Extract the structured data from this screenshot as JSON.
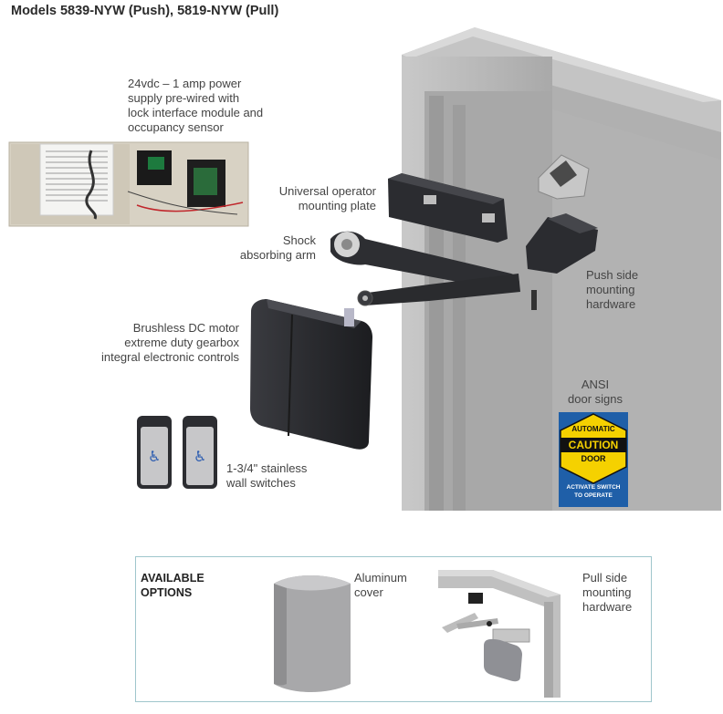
{
  "page": {
    "title": "Models 5839-NYW (Push), 5819-NYW (Pull)"
  },
  "labels": {
    "power_supply": [
      "24vdc – 1 amp power",
      "supply pre-wired with",
      "lock interface module and",
      "occupancy sensor"
    ],
    "mounting_plate": [
      "Universal operator",
      "mounting plate"
    ],
    "shock_arm": [
      "Shock",
      "absorbing arm"
    ],
    "push_hardware": [
      "Push side",
      "mounting",
      "hardware"
    ],
    "motor": [
      "Brushless DC motor",
      "extreme duty gearbox",
      "integral electronic controls"
    ],
    "door_signs": [
      "ANSI",
      "door signs"
    ],
    "wall_switches": [
      "1-3/4\" stainless",
      "wall switches"
    ]
  },
  "sign": {
    "line1": "AUTOMATIC",
    "line2": "CAUTION",
    "line3": "DOOR",
    "line4": "ACTIVATE SWITCH",
    "line5": "TO OPERATE",
    "colors": {
      "yellow": "#f5d100",
      "blue": "#1f5fa8",
      "black": "#111111"
    }
  },
  "options": {
    "title": [
      "AVAILABLE",
      "OPTIONS"
    ],
    "aluminum_cover": [
      "Aluminum",
      "cover"
    ],
    "pull_hardware": [
      "Pull side",
      "mounting",
      "hardware"
    ]
  },
  "colors": {
    "accent_border": "#9fc6cc",
    "door_frame": "#b5b5b5",
    "device_dark": "#2e2f33"
  }
}
